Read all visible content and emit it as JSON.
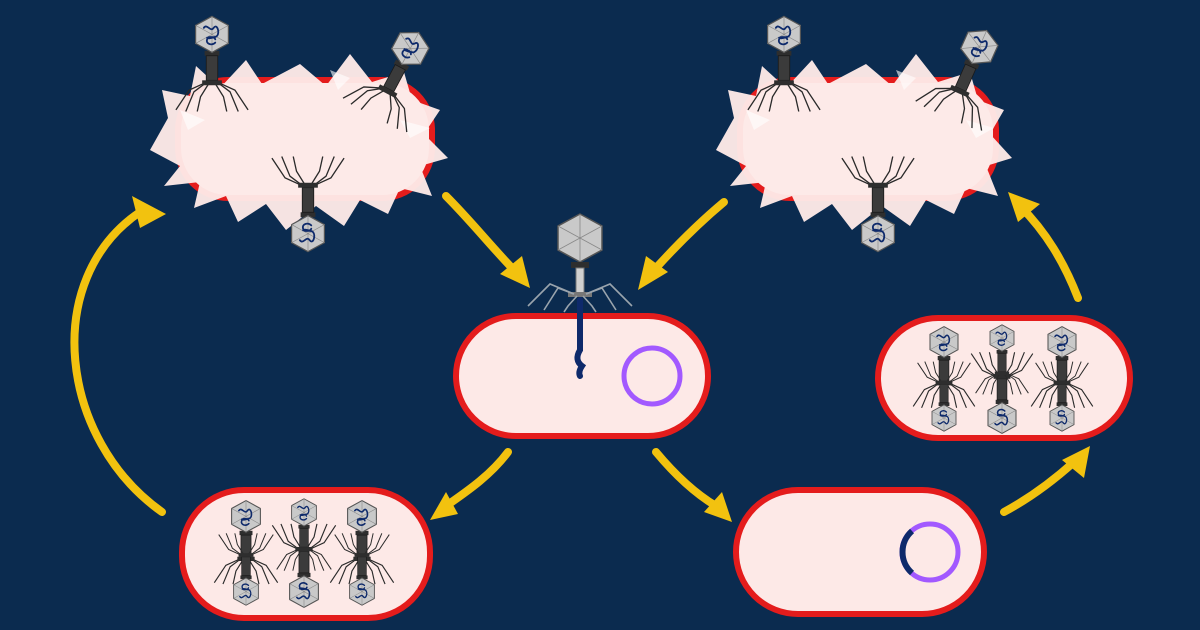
{
  "diagram": {
    "kind": "bacteriophage life cycles (lytic and lysogenic)",
    "labels": [],
    "colors": {
      "background": "#0b2b4f",
      "arrow": "#f2c20f",
      "cell_fill": "#fde9e7",
      "cell_outline": "#e41c1c",
      "burst_fill": "#fde9e7",
      "plasmid": "#a259ff",
      "phage_dna": "#0e2a6b",
      "capsid": "#c9c9c9",
      "tail": "#3b3b3b"
    },
    "stages": [
      {
        "id": "infection",
        "icon": "phage-injecting-dna-icon"
      },
      {
        "id": "lytic-replication",
        "icon": "cell-with-new-phages-icon"
      },
      {
        "id": "lytic-burst",
        "icon": "cell-lysis-icon"
      },
      {
        "id": "lysogenic-integration",
        "icon": "prophage-in-plasmid-icon"
      },
      {
        "id": "lysogenic-induction",
        "icon": "cell-with-new-phages-icon"
      },
      {
        "id": "lysogenic-burst",
        "icon": "cell-lysis-icon"
      }
    ]
  }
}
